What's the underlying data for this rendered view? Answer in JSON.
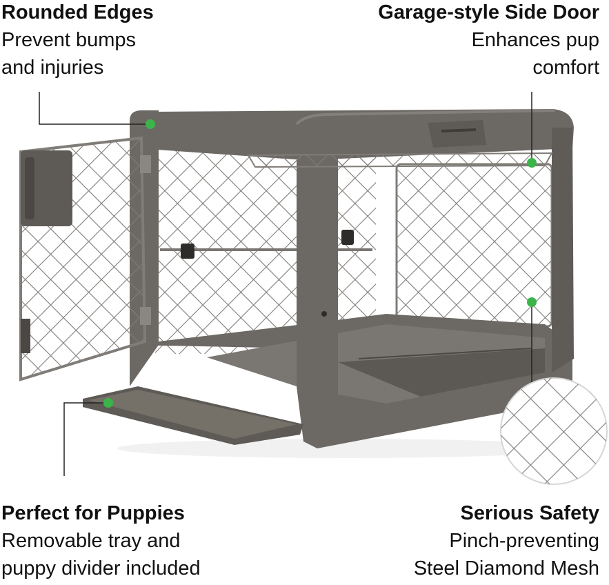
{
  "callouts": {
    "rounded_edges": {
      "title": "Rounded Edges",
      "lines": [
        "Prevent bumps",
        "and injuries"
      ]
    },
    "side_door": {
      "title": "Garage-style Side Door",
      "lines": [
        "Enhances pup",
        "comfort"
      ]
    },
    "puppies": {
      "title": "Perfect for Puppies",
      "lines": [
        "Removable tray and",
        "puppy divider included"
      ]
    },
    "safety": {
      "title": "Serious Safety",
      "lines": [
        "Pinch-preventing",
        "Steel Diamond Mesh"
      ]
    }
  },
  "colors": {
    "frame": "#6c6964",
    "frame_dark": "#55524e",
    "frame_light": "#837f7a",
    "mesh": "#807c78",
    "marker": "#3bb54a",
    "leader": "#222222"
  }
}
